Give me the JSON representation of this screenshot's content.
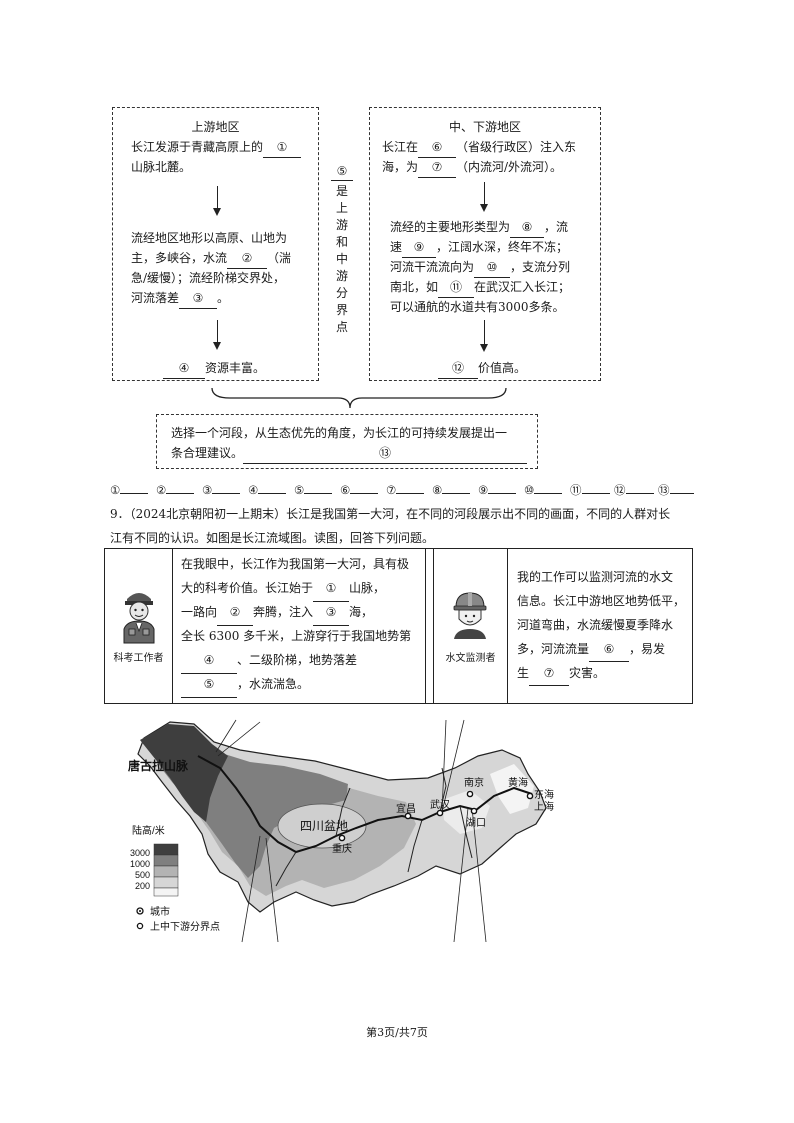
{
  "upper": {
    "title": "上游地区",
    "l1": "长江发源于青藏高原上的",
    "b1": "①",
    "l2": "山脉北麓。",
    "l3": "流经地区地形以高原、山地为",
    "l4a": "主，多峡谷，水流",
    "b2": "②",
    "l4b": "（湍",
    "l5": "急/缓慢）；流经阶梯交界处，",
    "l6a": "河流落差",
    "b3": "③",
    "l6b": "。",
    "b4": "④",
    "l7": "资源丰富。"
  },
  "middle": {
    "top": "⑤",
    "chars": [
      "是",
      "上",
      "游",
      "和",
      "中",
      "游",
      "分",
      "界",
      "点"
    ]
  },
  "lower": {
    "title": "中、下游地区",
    "l1a": "长江在",
    "b6": "⑥",
    "l1b": "（省级行政区）注入东",
    "l2a": "海，为",
    "b7": "⑦",
    "l2b": "（内流河/外流河）。",
    "l3a": "流经的主要地形类型为",
    "b8": "⑧",
    "l3b": "，流",
    "l4a": "速",
    "b9": "⑨",
    "l4b": "，江阔水深，终年不冻；",
    "l5a": "河流干流流向为",
    "b10": "⑩",
    "l5b": "，支流分列",
    "l6a": "南北，如",
    "b11": "⑪",
    "l6b": "在武汉汇入长江；",
    "l7": "可以通航的水道共有3000多条。",
    "b12": "⑫",
    "l8": "价值高。"
  },
  "suggest": {
    "l1": "选择一个河段，从生态优先的角度，为长江的可持续发展提出一",
    "l2": "条合理建议。",
    "b13": "⑬"
  },
  "answers": [
    "①",
    "②",
    "③",
    "④",
    "⑤",
    "⑥",
    "⑦",
    "⑧",
    "⑨",
    "⑩",
    "⑪",
    "⑫",
    "⑬"
  ],
  "q9": {
    "line1": "9．（2024北京朝阳初一上期末）长江是我国第一大河，在不同的河段展示出不同的画面，不同的人群对长",
    "line2": "江有不同的认识。如图是长江流域图。读图，回答下列问题。"
  },
  "cell_left": {
    "caption": "科考工作者",
    "t1": "在我眼中，长江作为我国第一大河，具有极",
    "t2": "大的科考价值。长江始于",
    "b1": "①",
    "t2b": "山脉，",
    "t3a": "一路向",
    "b2": "②",
    "t3b": "奔腾，注入",
    "b3": "③",
    "t3c": "海，",
    "t4": "全长 6300 多千米，上游穿行于我国地势第",
    "b4": "④",
    "t5b": "、二级阶梯，地势落差",
    "b5": "⑤",
    "t6b": "，水流湍急。"
  },
  "cell_right": {
    "caption": "水文监测者",
    "t1": "我的工作可以监测河流的水文",
    "t2": "信息。长江中游地区地势低平，",
    "t3": "河道弯曲，水流缓慢夏季降水",
    "t4a": "多，河流流量",
    "b6": "⑥",
    "t4b": "，易发",
    "t5a": "生",
    "b7": "⑦",
    "t5b": "灾害。"
  },
  "map": {
    "labels": {
      "tanggula": "唐古拉山脉",
      "sichuan": "四川盆地",
      "chongqing": "重庆",
      "yichang": "宜昌",
      "wuhan": "武汉",
      "nanjing": "南京",
      "shanghai": "上海",
      "huanghai": "黄海",
      "donghai": "东海",
      "hukou": "湖口"
    },
    "legend": {
      "title": "陆高/米",
      "levels": [
        "3000",
        "1000",
        "500",
        "200"
      ],
      "city": "城市",
      "boundary": "上中下游分界点"
    }
  },
  "footer": "第3页/共7页"
}
